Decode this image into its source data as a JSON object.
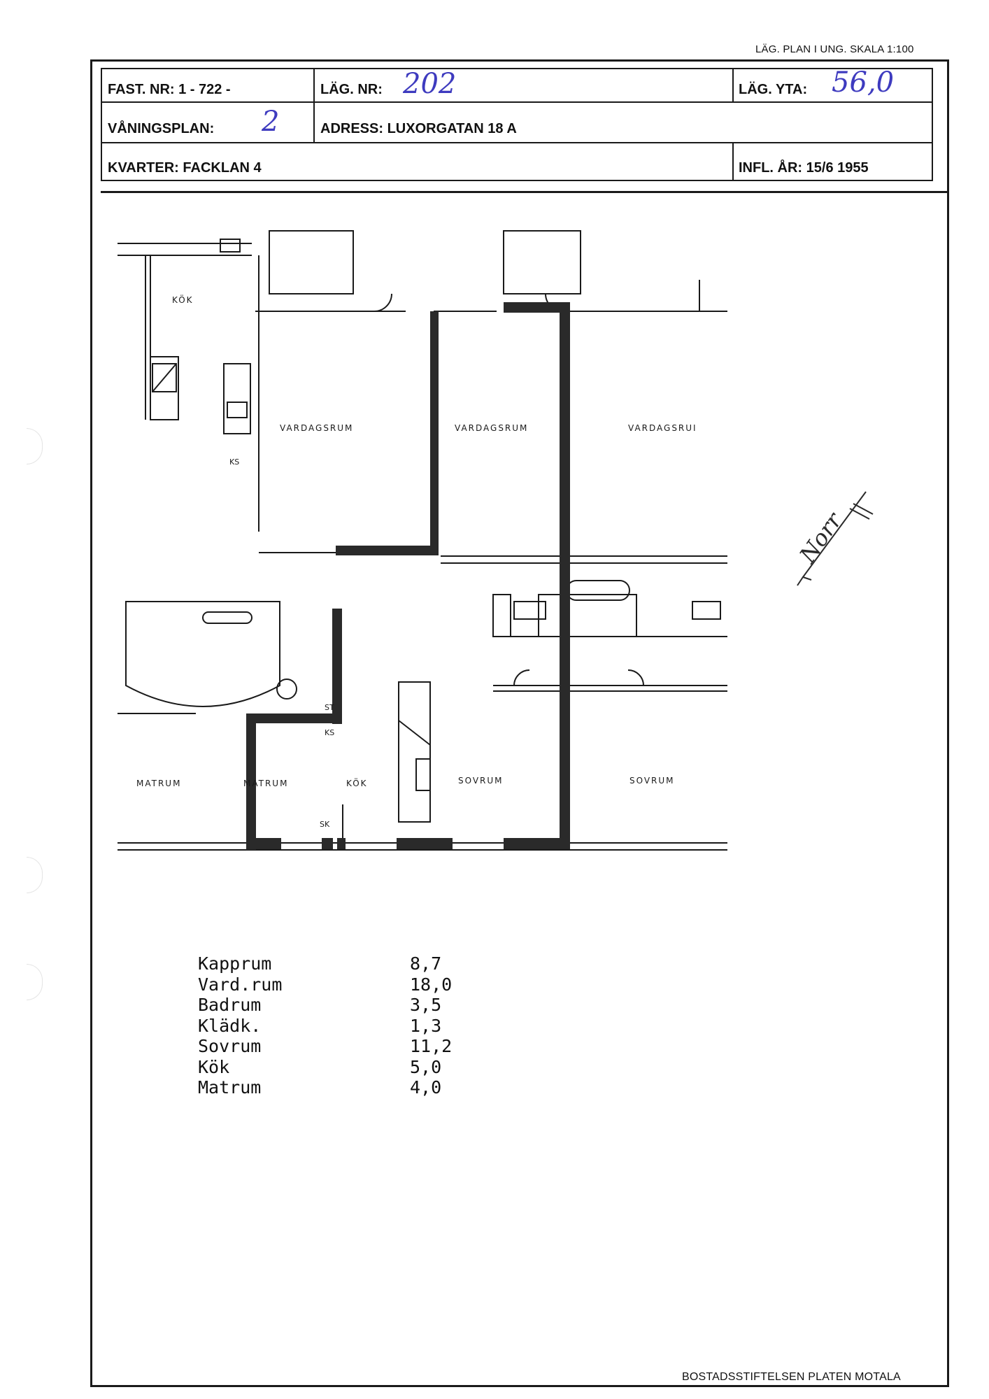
{
  "header": {
    "scale_note": "LÄG. PLAN I UNG. SKALA 1:100",
    "fast_nr_label": "FAST. NR: 1 - 722 -",
    "lag_nr_label": "LÄG. NR:",
    "lag_nr_value": "202",
    "lag_yta_label": "LÄG. YTA:",
    "lag_yta_value": "56,0",
    "vaningsplan_label": "VÅNINGSPLAN:",
    "vaningsplan_value": "2",
    "adress_label": "ADRESS: LUXORGATAN 18 A",
    "kvarter_label": "KVARTER: FACKLAN 4",
    "infl_label": "INFL. ÅR: 15/6   1955"
  },
  "plan": {
    "rooms": {
      "kok_top": "KÖK",
      "vardagsrum_1": "VARDAGSRUM",
      "vardagsrum_2": "VARDAGSRUM",
      "vardagsrum_3": "VARDAGSRUI",
      "matrum_1": "MATRUM",
      "matrum_2": "MATRUM",
      "kok_bottom": "KÖK",
      "sovrum_1": "SOVRUM",
      "sovrum_2": "SOVRUM"
    },
    "fixtures": {
      "ks_1": "KS",
      "ks_2": "KS",
      "st": "ST",
      "sk": "SK"
    },
    "north_label": "Norr"
  },
  "areas": [
    {
      "name": "Kapprum",
      "value": "8,7"
    },
    {
      "name": "Vard.rum",
      "value": "18,0"
    },
    {
      "name": "Badrum",
      "value": "3,5"
    },
    {
      "name": "Klädk.",
      "value": "1,3"
    },
    {
      "name": "Sovrum",
      "value": "11,2"
    },
    {
      "name": "Kök",
      "value": "5,0"
    },
    {
      "name": "Matrum",
      "value": "4,0"
    }
  ],
  "footer": "BOSTADSSTIFTELSEN PLATEN MOTALA",
  "colors": {
    "ink": "#1a1a1a",
    "handwriting": "#3e3bbf"
  }
}
